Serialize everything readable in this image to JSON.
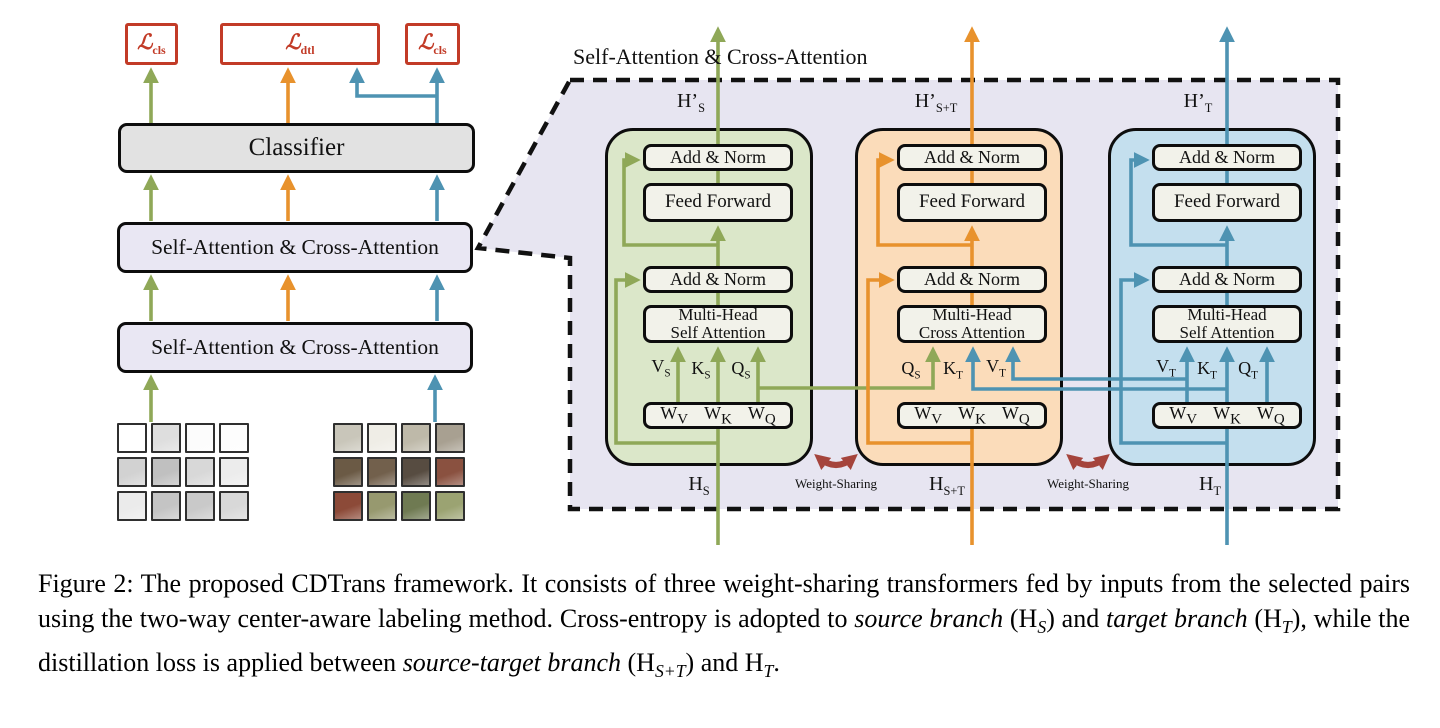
{
  "palette": {
    "source_green": "#8fa858",
    "pair_orange": "#e8922d",
    "target_blue": "#4e93b2",
    "loss_red": "#c23b27",
    "weight_sharing_red": "#a5443c",
    "panel_fill": "#e7e5f1",
    "source_card_fill": "#dbe7c9",
    "pair_card_fill": "#fbdcba",
    "target_card_fill": "#c4dfee",
    "classifier_fill": "#e2e2e2",
    "attention_box_fill": "#e9e7f3",
    "inner_box_fill": "#f2f2ea"
  },
  "left": {
    "loss_cls_source": {
      "b": "ℒ",
      "s": "cls"
    },
    "loss_dtl": {
      "b": "ℒ",
      "s": "dtl"
    },
    "loss_cls_target": {
      "b": "ℒ",
      "s": "cls"
    },
    "classifier_label": "Classifier",
    "attention_layer_1_label": "Self-Attention & Cross-Attention",
    "attention_layer_2_label": "Self-Attention & Cross-Attention",
    "source_patches": [
      "#ffffff",
      "#dedede",
      "#fcfcfc",
      "#fdfdfd",
      "#d2d2d2",
      "#c0c0c0",
      "#d8d8d8",
      "#ececec",
      "#ebebeb",
      "#c4c4c4",
      "#c9c9c9",
      "#d8d8d8"
    ],
    "target_patches": [
      "#c9c6ba",
      "#efede6",
      "#beb9a9",
      "#a8a091",
      "#6b5a45",
      "#72604c",
      "#574c41",
      "#8a5140",
      "#8c4a38",
      "#97996f",
      "#6f7a52",
      "#9ba372"
    ]
  },
  "panel": {
    "title": "Self-Attention & Cross-Attention",
    "outputs": [
      {
        "b": "H’",
        "s": "S"
      },
      {
        "b": "H’",
        "s": "S+T"
      },
      {
        "b": "H’",
        "s": "T"
      }
    ],
    "inputs": [
      {
        "b": "H",
        "s": "S"
      },
      {
        "b": "H",
        "s": "S+T"
      },
      {
        "b": "H",
        "s": "T"
      }
    ],
    "weight_sharing_label_1": "Weight-Sharing",
    "weight_sharing_label_2": "Weight-Sharing",
    "branches": [
      {
        "name": "source-branch",
        "add_norm_1": "Add & Norm",
        "feed_forward": "Feed Forward",
        "add_norm_2": "Add & Norm",
        "attention": [
          "Multi-Head",
          "Self Attention"
        ],
        "qkv": [
          {
            "b": "V",
            "s": "S"
          },
          {
            "b": "K",
            "s": "S"
          },
          {
            "b": "Q",
            "s": "S"
          }
        ],
        "weights": [
          {
            "b": "W",
            "s": "V"
          },
          {
            "b": "W",
            "s": "K"
          },
          {
            "b": "W",
            "s": "Q"
          }
        ]
      },
      {
        "name": "source-target-branch",
        "add_norm_1": "Add & Norm",
        "feed_forward": "Feed Forward",
        "add_norm_2": "Add & Norm",
        "attention": [
          "Multi-Head",
          "Cross Attention"
        ],
        "qkv": [
          {
            "b": "Q",
            "s": "S"
          },
          {
            "b": "K",
            "s": "T"
          },
          {
            "b": "V",
            "s": "T"
          }
        ],
        "weights": [
          {
            "b": "W",
            "s": "V"
          },
          {
            "b": "W",
            "s": "K"
          },
          {
            "b": "W",
            "s": "Q"
          }
        ]
      },
      {
        "name": "target-branch",
        "add_norm_1": "Add & Norm",
        "feed_forward": "Feed Forward",
        "add_norm_2": "Add & Norm",
        "attention": [
          "Multi-Head",
          "Self Attention"
        ],
        "qkv": [
          {
            "b": "V",
            "s": "T"
          },
          {
            "b": "K",
            "s": "T"
          },
          {
            "b": "Q",
            "s": "T"
          }
        ],
        "weights": [
          {
            "b": "W",
            "s": "V"
          },
          {
            "b": "W",
            "s": "K"
          },
          {
            "b": "W",
            "s": "Q"
          }
        ]
      }
    ]
  },
  "caption": {
    "segments": [
      {
        "t": "Figure 2:  The proposed CDTrans framework.  It consists of three weight-sharing transformers fed by inputs from the selected pairs using the two-way center-aware labeling method.  Cross-entropy is adopted to "
      },
      {
        "t": "source branch",
        "i": 1
      },
      {
        "t": " (H"
      },
      {
        "t": "S",
        "sub": 1
      },
      {
        "t": ") and "
      },
      {
        "t": "target branch",
        "i": 1
      },
      {
        "t": " (H"
      },
      {
        "t": "T",
        "sub": 1
      },
      {
        "t": "), while the distillation loss is applied between "
      },
      {
        "t": "source-target branch",
        "i": 1
      },
      {
        "t": " (H"
      },
      {
        "t": "S+T",
        "sub": 1
      },
      {
        "t": ") and H"
      },
      {
        "t": "T",
        "sub": 1
      },
      {
        "t": "."
      }
    ]
  }
}
